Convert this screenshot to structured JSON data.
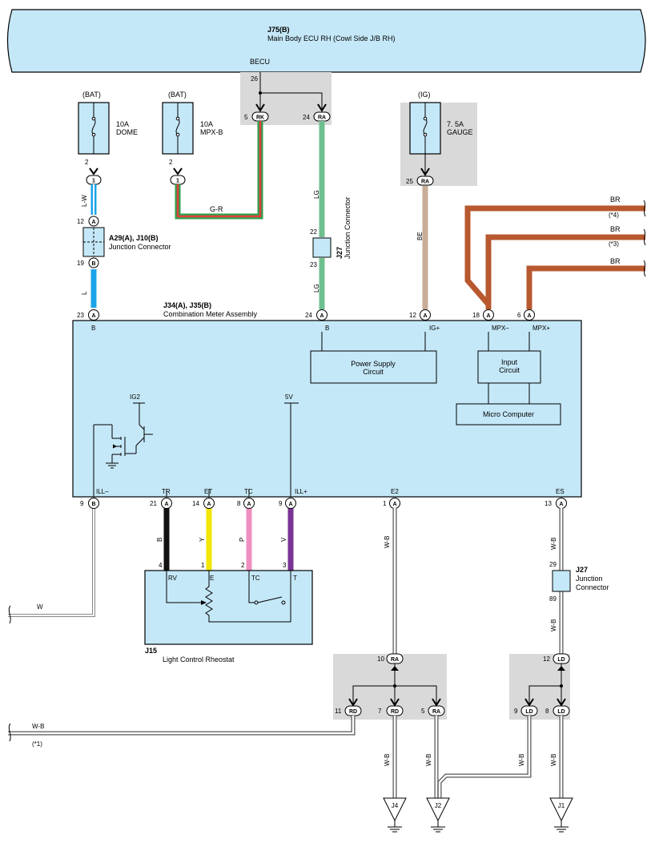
{
  "ecu": {
    "code": "J75(B)",
    "name": "Main Body ECU RH (Cowl Side J/B RH)",
    "pin_group": "BECU",
    "pin_in": "26",
    "pin_rk_num": "5",
    "pin_rk": "RK",
    "pin_ra_num": "24",
    "pin_ra": "RA"
  },
  "fuse_dome": {
    "source": "(BAT)",
    "rating": "10A",
    "name": "DOME",
    "pin": "2",
    "conn": "1"
  },
  "fuse_mpxb": {
    "source": "(BAT)",
    "rating": "10A",
    "name": "MPX-B",
    "pin": "2",
    "conn": "1"
  },
  "fuse_gauge": {
    "source": "(IG)",
    "rating": "7. 5A",
    "name": "GAUGE",
    "pin_num": "25",
    "pin": "RA"
  },
  "wires": {
    "lw": "L-W",
    "gr": "G-R",
    "lg1": "LG",
    "lg2": "LG",
    "be": "BE",
    "l": "L",
    "br1": "BR",
    "br2": "BR",
    "br3": "BR",
    "br_note1": "(*4)",
    "br_note2": "(*3)",
    "b": "B",
    "y": "Y",
    "p": "P",
    "v": "V",
    "w": "W",
    "wb_e2": "W-B",
    "wb_es": "W-B",
    "wb_es2": "W-B",
    "wb_left": "W-B",
    "wb_left_note": "(*1)",
    "wb_j4": "W-B",
    "wb_j2": "W-B",
    "wb_j1": "W-B"
  },
  "junction_a29": {
    "code": "A29(A), J10(B)",
    "name": "Junction Connector",
    "pin_top": "12",
    "top": "A",
    "pin_bot": "19",
    "bot": "B"
  },
  "junction_j27_top": {
    "code": "J27",
    "name": "Junction Connector",
    "pin_top": "22",
    "pin_bot": "23"
  },
  "junction_j27_right": {
    "code": "J27",
    "name": "Junction",
    "name2": "Connector",
    "pin_top": "29",
    "pin_bot": "89"
  },
  "meter": {
    "code": "J34(A), J35(B)",
    "name": "Combination Meter Assembly",
    "top_pins": [
      {
        "num": "23",
        "conn": "A",
        "label": "B"
      },
      {
        "num": "24",
        "conn": "A",
        "label": "B"
      },
      {
        "num": "12",
        "conn": "A",
        "label": "IG+"
      },
      {
        "num": "18",
        "conn": "A",
        "label": "MPX–"
      },
      {
        "num": "6",
        "conn": "A",
        "label": "MPX+"
      }
    ],
    "bottom_pins": [
      {
        "num": "9",
        "conn": "B",
        "label": "ILL–"
      },
      {
        "num": "21",
        "conn": "A",
        "label": "TR"
      },
      {
        "num": "14",
        "conn": "A",
        "label": "ET"
      },
      {
        "num": "8",
        "conn": "A",
        "label": "TC"
      },
      {
        "num": "9",
        "conn": "A",
        "label": "ILL+"
      },
      {
        "num": "1",
        "conn": "A",
        "label": "E2"
      },
      {
        "num": "13",
        "conn": "A",
        "label": "ES"
      }
    ],
    "power_supply": "Power Supply",
    "power_supply2": "Circuit",
    "input_circuit": "Input",
    "input_circuit2": "Circuit",
    "micro": "Micro Computer",
    "ig2": "IG2",
    "fivev": "5V"
  },
  "rheostat": {
    "code": "J15",
    "name": "Light Control Rheostat",
    "pins": [
      {
        "num": "4",
        "label": "RV"
      },
      {
        "num": "1",
        "label": "E"
      },
      {
        "num": "2",
        "label": "TC"
      },
      {
        "num": "3",
        "label": "T"
      }
    ]
  },
  "ground_block1": {
    "in_num": "10",
    "in": "RA",
    "outs": [
      {
        "num": "11",
        "conn": "RD"
      },
      {
        "num": "7",
        "conn": "RD"
      },
      {
        "num": "5",
        "conn": "RA"
      }
    ]
  },
  "ground_block2": {
    "in_num": "12",
    "in": "LD",
    "outs": [
      {
        "num": "9",
        "conn": "LD"
      },
      {
        "num": "8",
        "conn": "LD"
      }
    ]
  },
  "grounds": {
    "j4": "J4",
    "j2": "J2",
    "j1": "J1"
  },
  "colors": {
    "body": "#c5e8f8",
    "gray": "#d9d9d9",
    "lightblue": "#1aa3e8",
    "green": "#6fc08f",
    "tan": "#c7ad98",
    "brown": "#b8582f",
    "yellow": "#f2e600",
    "pink": "#ee8fc0",
    "purple": "#7a3394",
    "black": "#111111"
  }
}
